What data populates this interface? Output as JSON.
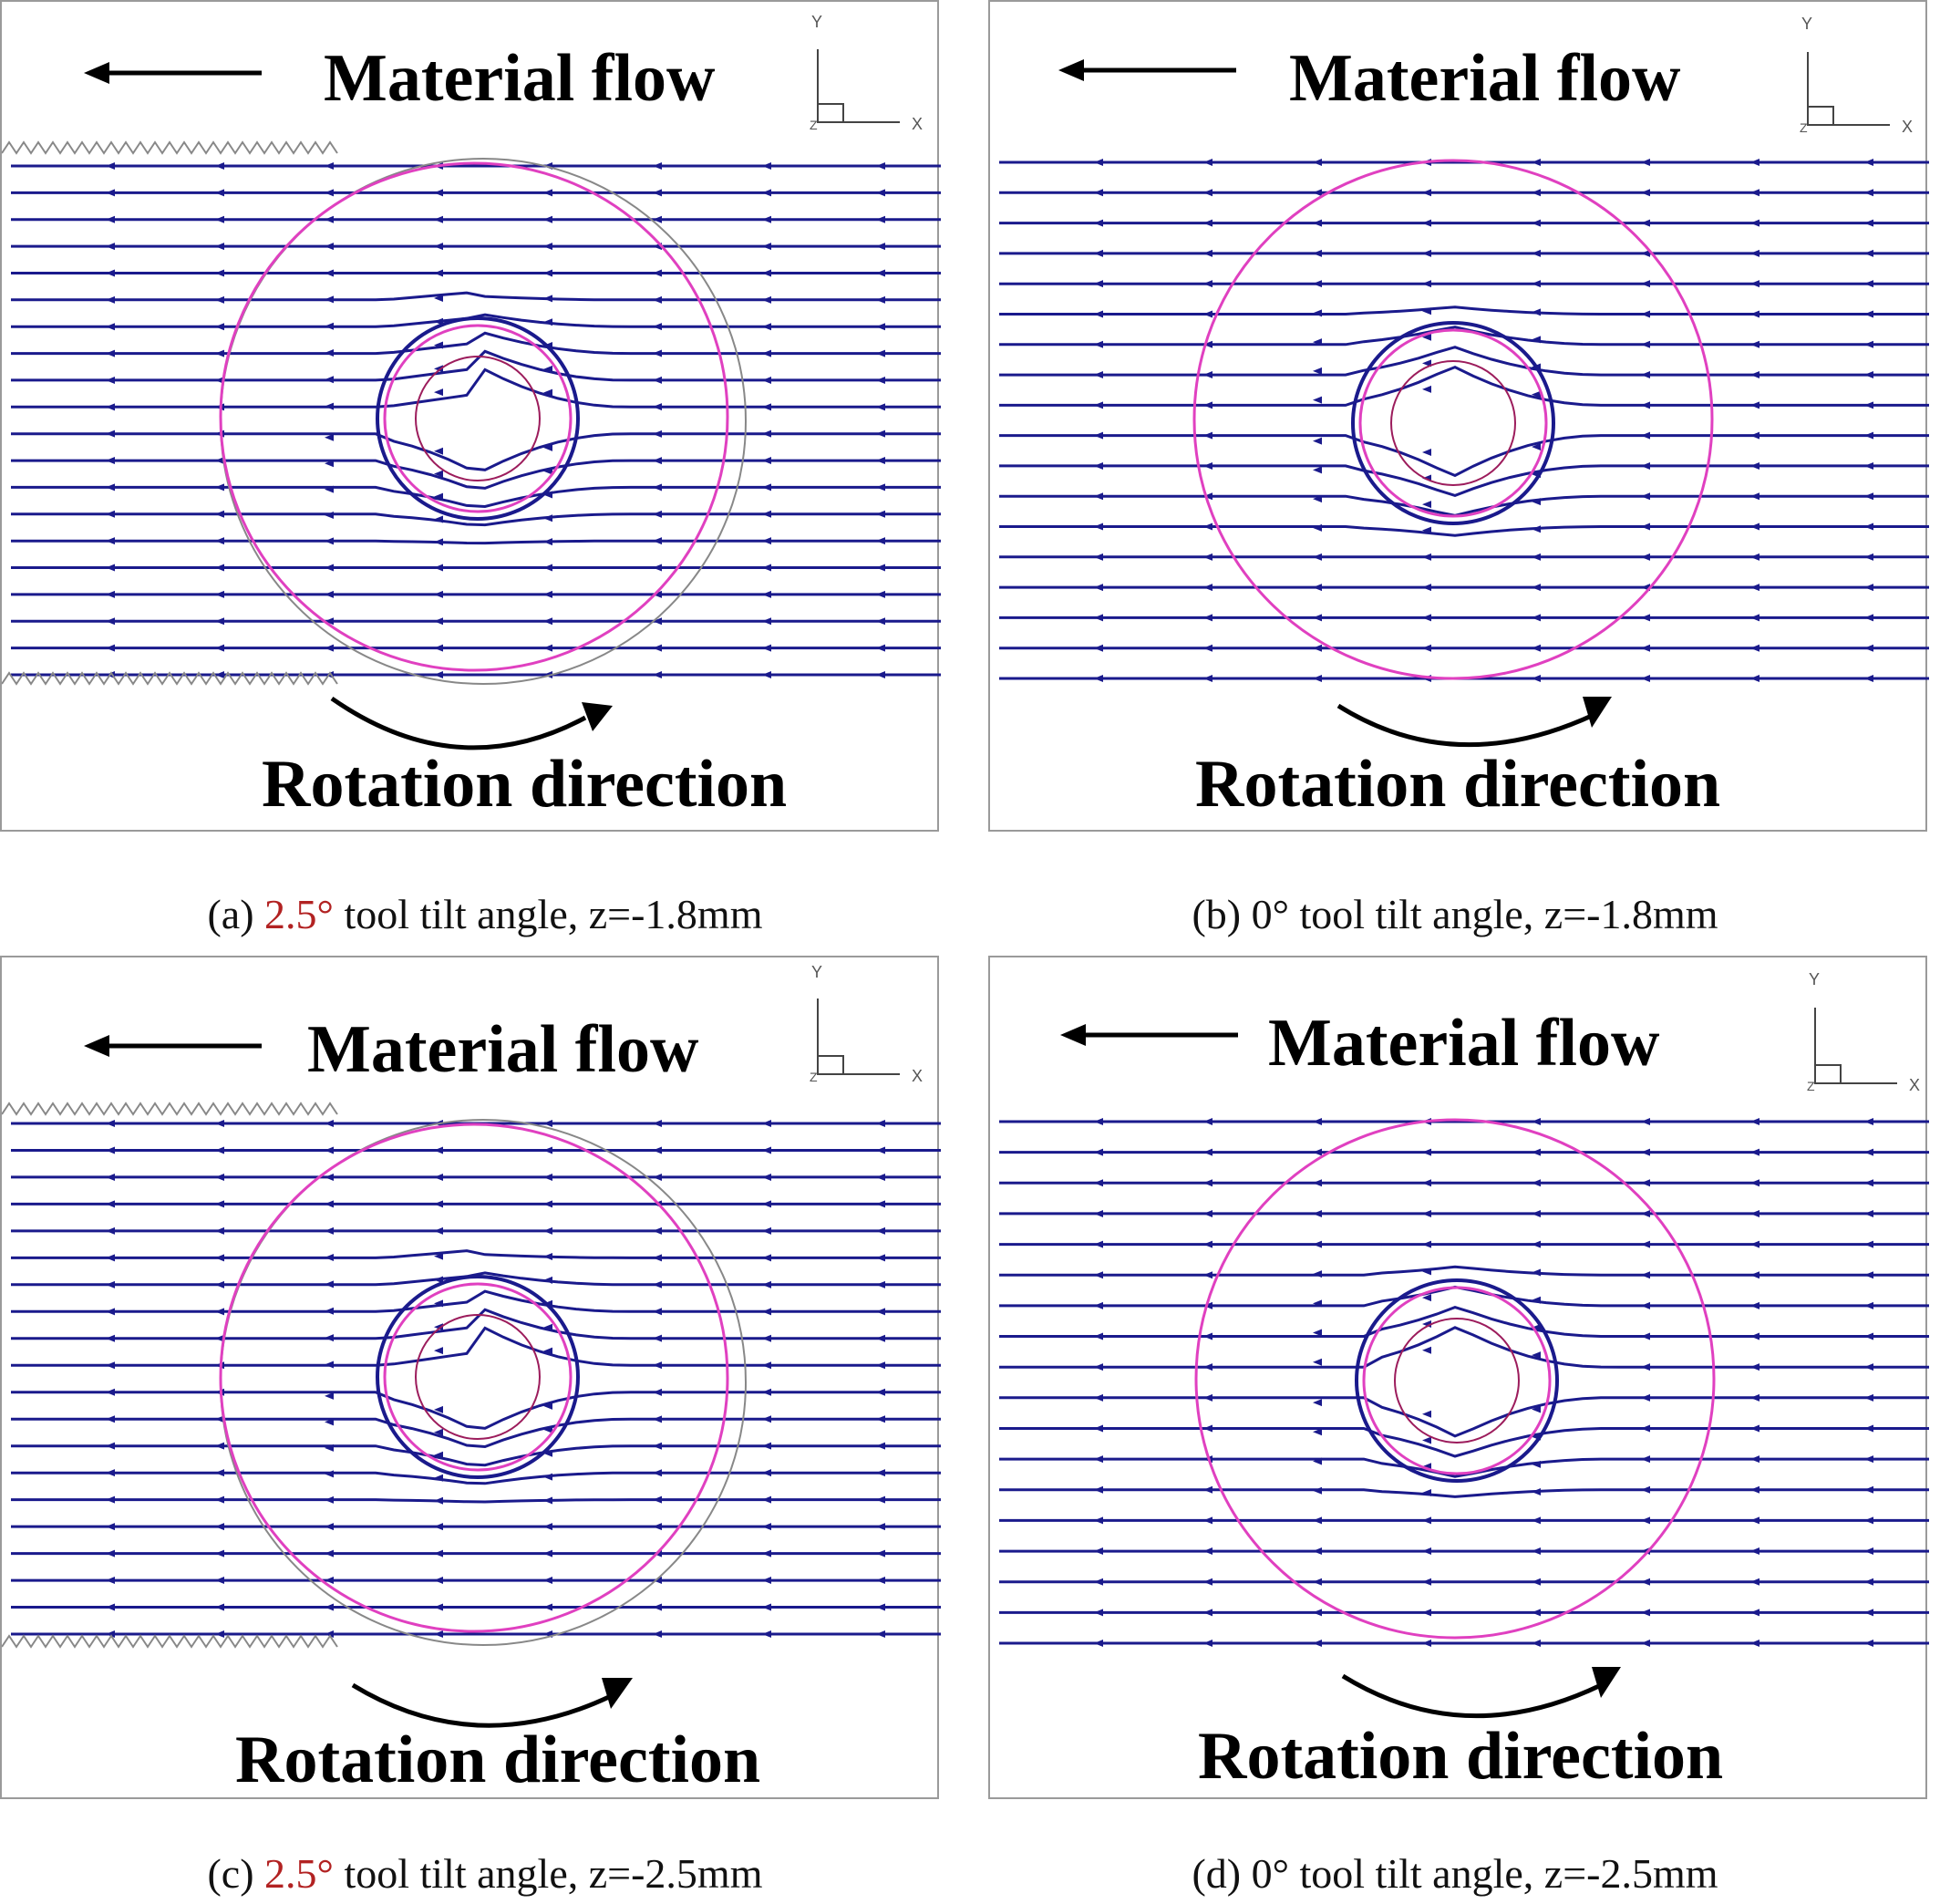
{
  "panels": [
    {
      "id": "a",
      "material_flow_label": "Material flow",
      "rotation_label": "Rotation direction",
      "axis_y": "Y",
      "axis_x": "X",
      "axis_z": "Z",
      "caption_prefix": "(a)",
      "caption_angle": "2.5°",
      "caption_suffix": "tool tilt angle, z=-1.8mm",
      "tilt_angle_deg": 2.5,
      "depth_mm": -1.8
    },
    {
      "id": "b",
      "material_flow_label": "Material flow",
      "rotation_label": "Rotation direction",
      "axis_y": "Y",
      "axis_x": "X",
      "axis_z": "Z",
      "caption_prefix": "(b)",
      "caption_angle": "0°",
      "caption_suffix": "tool tilt angle, z=-1.8mm",
      "tilt_angle_deg": 0,
      "depth_mm": -1.8
    },
    {
      "id": "c",
      "material_flow_label": "Material flow",
      "rotation_label": "Rotation direction",
      "axis_y": "Y",
      "axis_x": "X",
      "axis_z": "Z",
      "caption_prefix": "(c)",
      "caption_angle": "2.5°",
      "caption_suffix": "tool tilt angle, z=-2.5mm",
      "tilt_angle_deg": 2.5,
      "depth_mm": -2.5
    },
    {
      "id": "d",
      "material_flow_label": "Material flow",
      "rotation_label": "Rotation direction",
      "axis_y": "Y",
      "axis_x": "X",
      "axis_z": "Z",
      "caption_prefix": "(d)",
      "caption_angle": "0°",
      "caption_suffix": "tool tilt angle, z=-2.5mm",
      "tilt_angle_deg": 0,
      "depth_mm": -2.5
    }
  ],
  "colors": {
    "streamline": "#1a1a8c",
    "shoulder_circle": "#e040c0",
    "pin_circle": "#9c1c5c",
    "caption_highlight": "#b22222"
  }
}
